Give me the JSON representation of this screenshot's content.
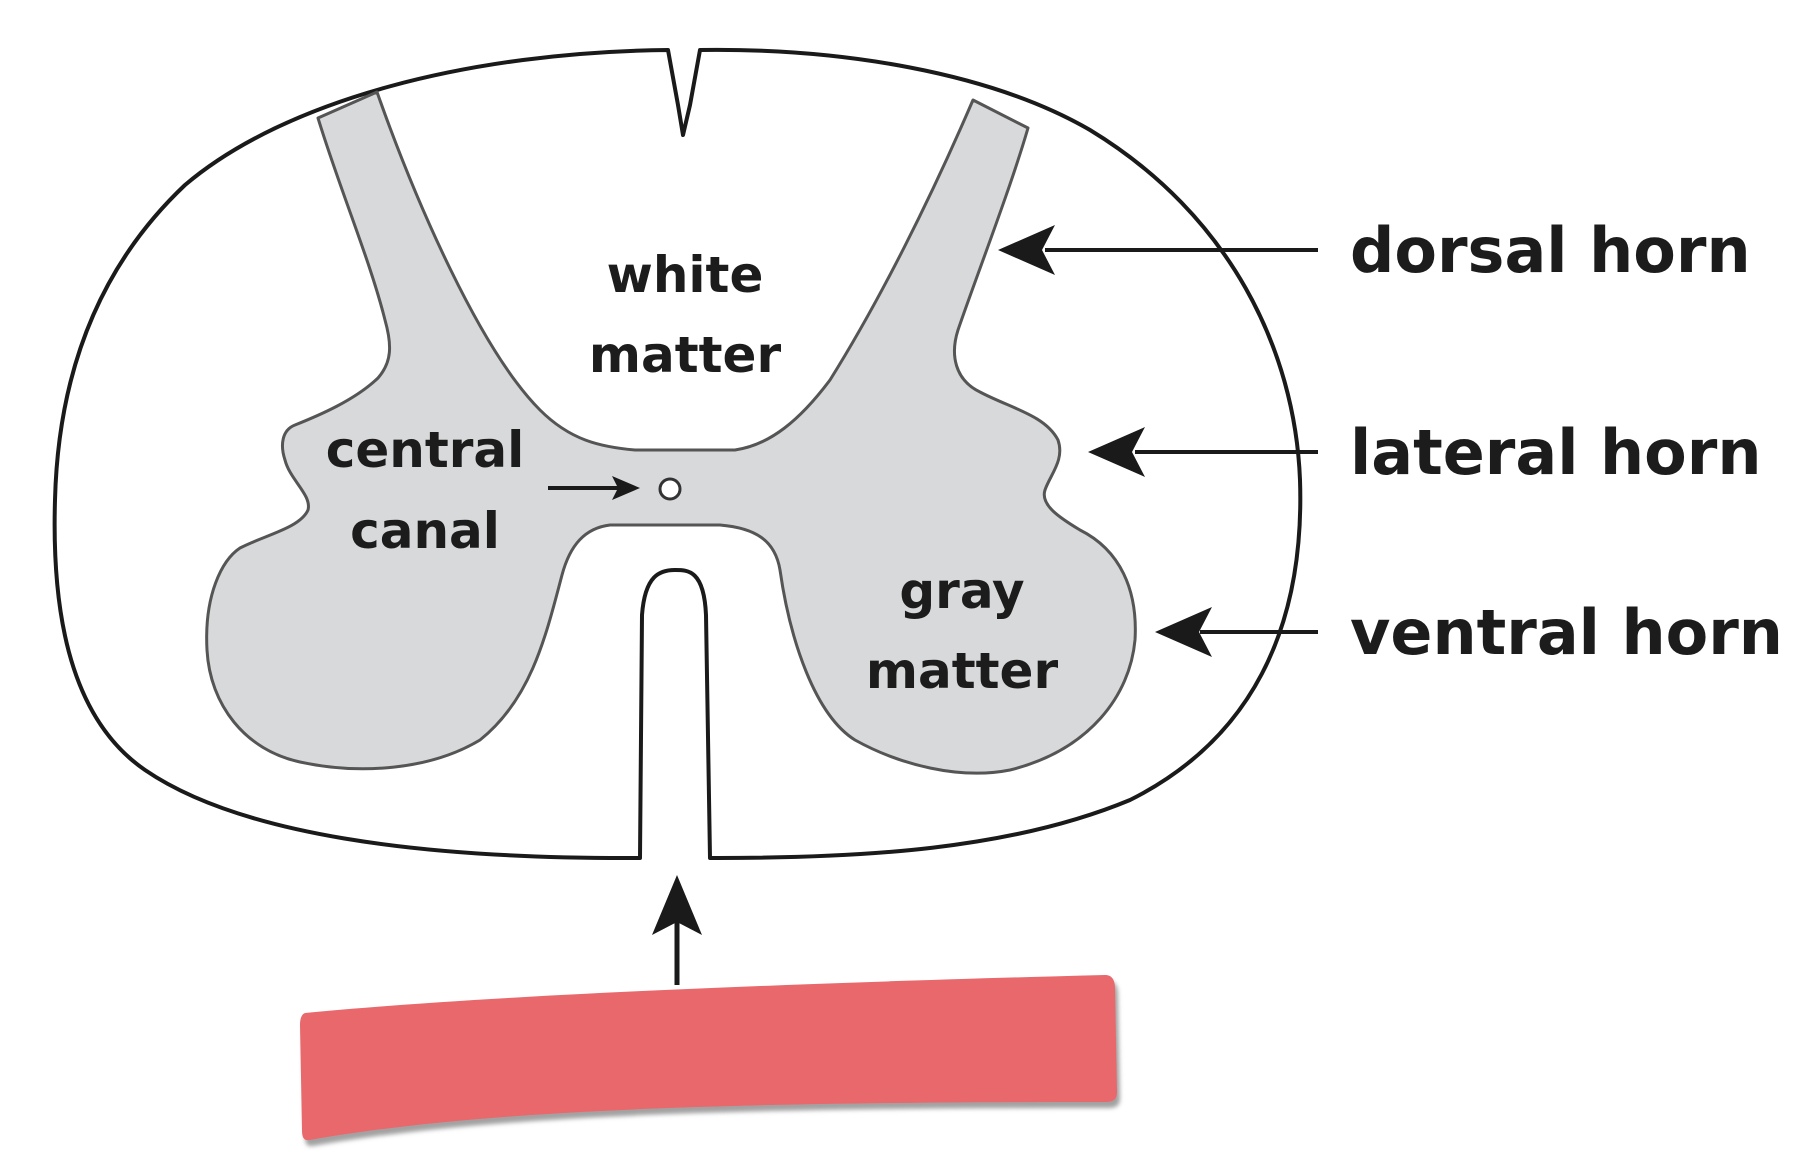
{
  "diagram": {
    "labels": {
      "white_matter_line1": "white",
      "white_matter_line2": "matter",
      "central_canal_line1": "central",
      "central_canal_line2": "canal",
      "gray_matter_line1": "gray",
      "gray_matter_line2": "matter",
      "dorsal_horn": "dorsal horn",
      "lateral_horn": "lateral horn",
      "ventral_horn": "ventral horn"
    },
    "colors": {
      "gray_matter_fill": "#d8d9da",
      "outline": "#1a1a1a",
      "label_box": "#e8676c"
    }
  }
}
